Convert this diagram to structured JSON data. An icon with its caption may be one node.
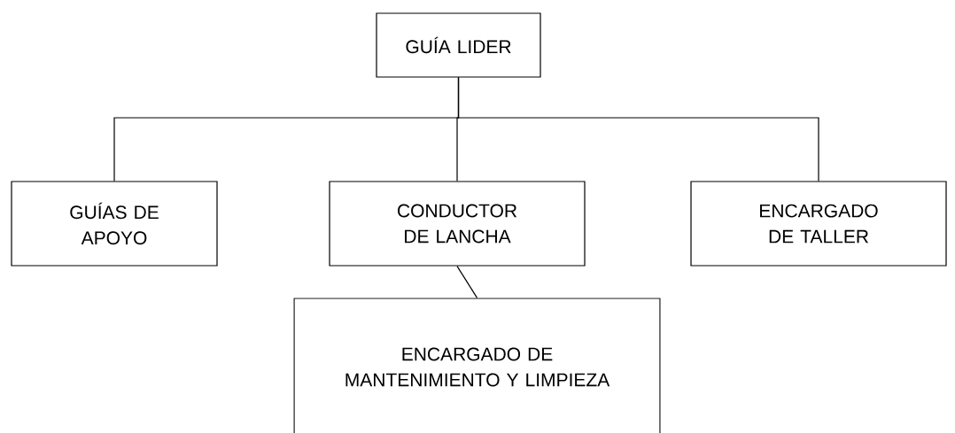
{
  "diagram": {
    "nodes": [
      {
        "text": [
          "GUÍA LIDER"
        ]
      },
      {
        "text": [
          "GUÍAS DE APOYO"
        ]
      },
      {
        "text": [
          "CONDUCTOR DE LANCHA"
        ]
      },
      {
        "text": [
          "ENCARGADO DE TALLER"
        ]
      },
      {
        "text": [
          "ENCARGADO DE MANTENIMIENTO Y LIMPIEZA"
        ]
      }
    ],
    "edges": [
      {
        "from": 0,
        "to": 1,
        "arrow": "none"
      },
      {
        "from": 0,
        "to": 2,
        "arrow": "none"
      },
      {
        "from": 0,
        "to": 3,
        "arrow": "none"
      },
      {
        "from": 2,
        "to": 4,
        "arrow": "none"
      }
    ]
  }
}
